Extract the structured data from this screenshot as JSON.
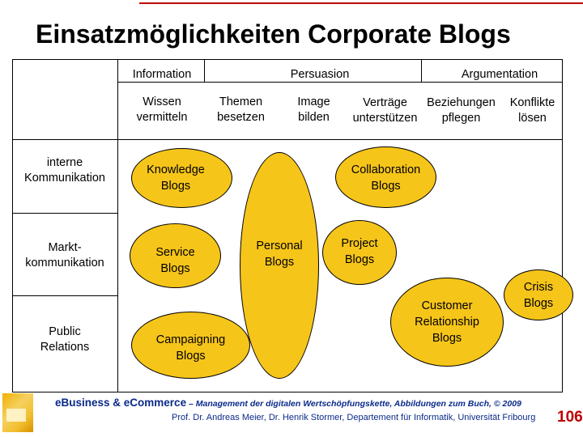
{
  "title": "Einsatzmöglichkeiten Corporate Blogs",
  "columns": {
    "group_information": "Information",
    "group_persuasion": "Persuasion",
    "group_argumentation": "Argumentation",
    "wissen": [
      "Wissen",
      "vermitteln"
    ],
    "themen": [
      "Themen",
      "besetzen"
    ],
    "image": [
      "Image",
      "bilden"
    ],
    "vertraege": [
      "Verträge",
      "unterstützen"
    ],
    "beziehungen": [
      "Beziehungen",
      "pflegen"
    ],
    "konflikte": [
      "Konflikte",
      "lösen"
    ]
  },
  "rows": {
    "interne": [
      "interne",
      "Kommunikation"
    ],
    "markt": [
      "Markt-",
      "kommunikation"
    ],
    "public": [
      "Public",
      "Relations"
    ]
  },
  "blogs": {
    "knowledge": [
      "Knowledge",
      "Blogs"
    ],
    "collaboration": [
      "Collaboration",
      "Blogs"
    ],
    "service": [
      "Service",
      "Blogs"
    ],
    "personal": [
      "Personal",
      "Blogs"
    ],
    "project": [
      "Project",
      "Blogs"
    ],
    "crisis": [
      "Crisis",
      "Blogs"
    ],
    "customer": [
      "Customer",
      "Relationship",
      "Blogs"
    ],
    "campaigning": [
      "Campaigning",
      "Blogs"
    ]
  },
  "colors": {
    "ellipse_fill": "#f6c51a",
    "footer_blue": "#0a2a8a",
    "page_number_red": "#c00000"
  },
  "footer": {
    "line1_brand": "eBusiness & eCommerce",
    "line1_rest": " – Management der digitalen Wertschöpfungskette, Abbildungen zum Buch, © 2009",
    "line2": "Prof. Dr. Andreas Meier, Dr. Henrik Stormer, Departement für Informatik, Universität Fribourg",
    "page_number": "106",
    "logo_icon": "unifr-logo-icon"
  }
}
